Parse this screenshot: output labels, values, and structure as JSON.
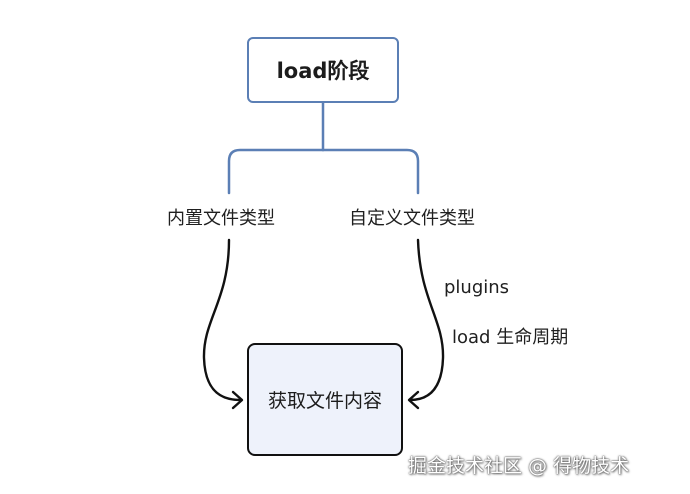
{
  "diagram": {
    "root_label": "load阶段",
    "branch_left_label": "内置文件类型",
    "branch_right_label": "自定义文件类型",
    "note_plugins": "plugins",
    "note_lifecycle": "load 生命周期",
    "target_label": "获取文件内容"
  },
  "watermark": {
    "text": "掘金技术社区 @ 得物技术"
  },
  "colors": {
    "tree_line": "#5b7fb5",
    "arrow": "#111111",
    "target_fill": "#eef2fb"
  }
}
